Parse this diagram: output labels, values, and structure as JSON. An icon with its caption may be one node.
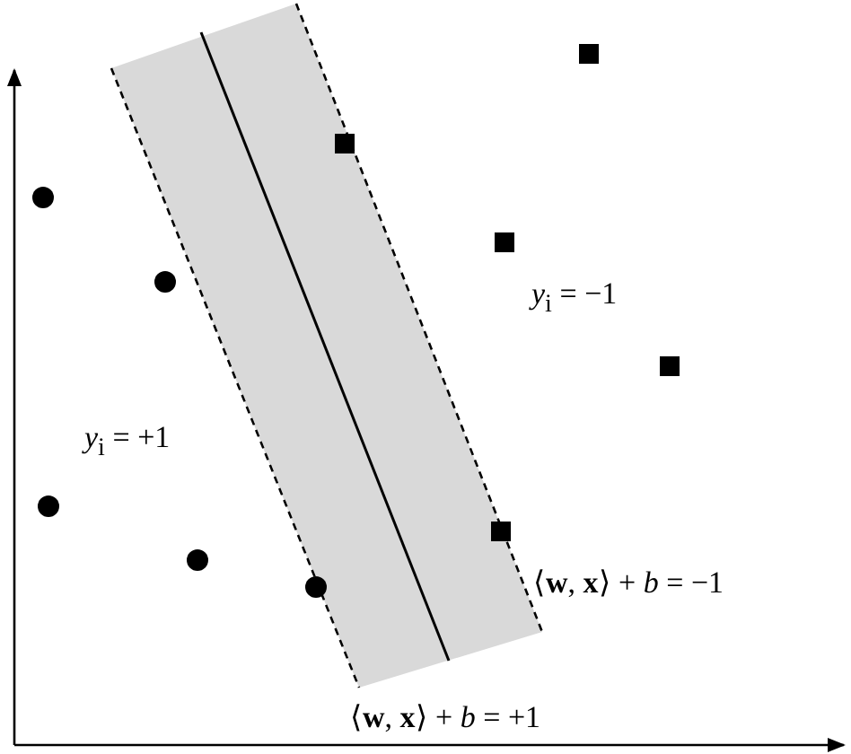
{
  "diagram": {
    "labels": [
      "*y*$_{i}$ = −1",
      "*y*$_{i}$ = +1",
      "⟨**w**, **x**⟩ + *b* = −1",
      "⟨**w**, **x**⟩ + *b* = +1"
    ]
  }
}
